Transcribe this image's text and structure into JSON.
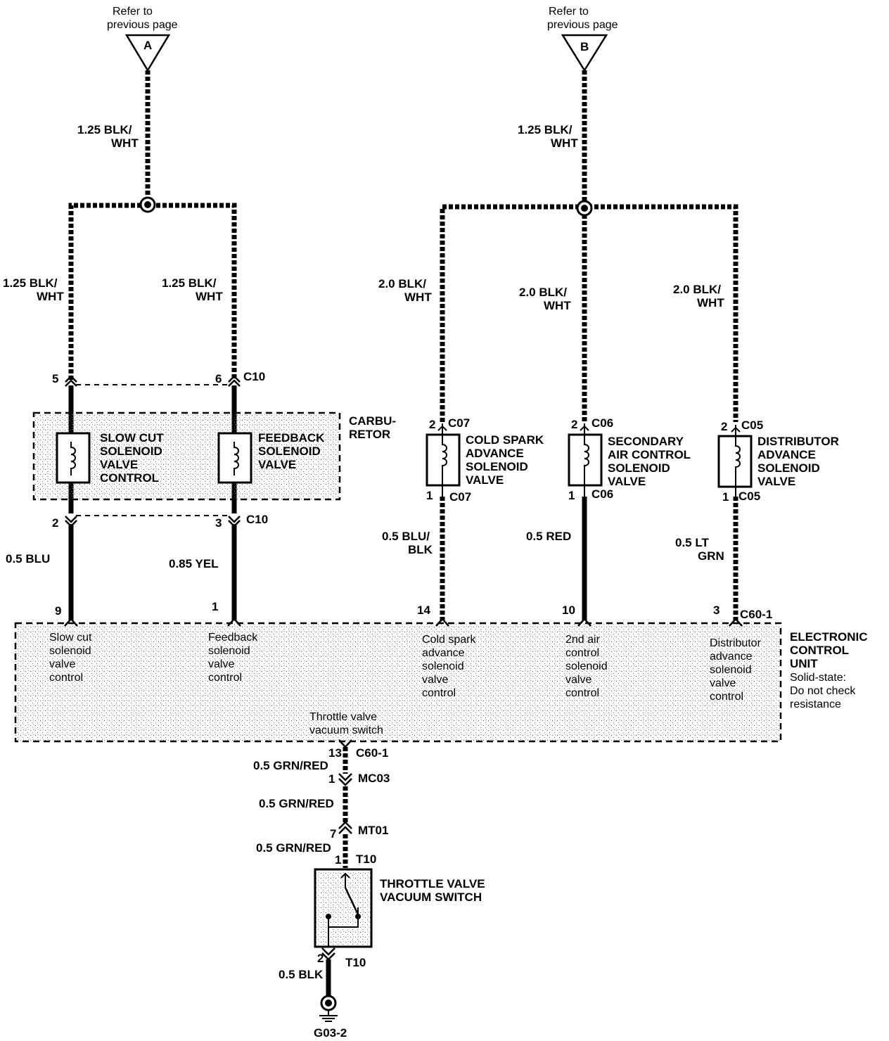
{
  "refs": {
    "a": {
      "text1": "Refer to",
      "text2": "previous page",
      "letter": "A"
    },
    "b": {
      "text1": "Refer to",
      "text2": "previous page",
      "letter": "B"
    }
  },
  "wires": {
    "a_main": [
      "1.25 BLK/",
      "WHT"
    ],
    "a_left": [
      "1.25 BLK/",
      "WHT"
    ],
    "a_right": [
      "1.25 BLK/",
      "WHT"
    ],
    "b_main": [
      "1.25 BLK/",
      "WHT"
    ],
    "b_left": [
      "2.0 BLK/",
      "WHT"
    ],
    "b_mid": [
      "2.0 BLK/",
      "WHT"
    ],
    "b_right": [
      "2.0 BLK/",
      "WHT"
    ],
    "slow_cut_out": "0.5 BLU",
    "feedback_out": "0.85 YEL",
    "cold_spark_out": [
      "0.5 BLU/",
      "BLK"
    ],
    "secondary_out": "0.5 RED",
    "distributor_out": [
      "0.5 LT",
      "GRN"
    ],
    "tvs_1": "0.5 GRN/RED",
    "tvs_2": "0.5 GRN/RED",
    "tvs_3": "0.5 GRN/RED",
    "ground": "0.5 BLK"
  },
  "connectors": {
    "c10_top_left_pin": "5",
    "c10_top_right_pin": "6",
    "c10_top_name": "C10",
    "c10_bot_left_pin": "2",
    "c10_bot_right_pin": "3",
    "c10_bot_name": "C10",
    "c07_top_pin": "2",
    "c07_top_name": "C07",
    "c07_bot_pin": "1",
    "c07_bot_name": "C07",
    "c06_top_pin": "2",
    "c06_top_name": "C06",
    "c06_bot_pin": "1",
    "c06_bot_name": "C06",
    "c05_top_pin": "2",
    "c05_top_name": "C05",
    "c05_bot_pin": "1",
    "c05_bot_name": "C05",
    "ecu_pin_slow": "9",
    "ecu_pin_feedback": "1",
    "ecu_pin_cold": "14",
    "ecu_pin_secondary": "10",
    "ecu_pin_distributor": "3",
    "ecu_top_name": "C60-1",
    "ecu_bot_pin": "13",
    "ecu_bot_name": "C60-1",
    "mc03_pin": "1",
    "mc03_name": "MC03",
    "mt01_pin": "7",
    "mt01_name": "MT01",
    "t10_top_pin": "1",
    "t10_top_name": "T10",
    "t10_bot_pin": "2",
    "t10_bot_name": "T10",
    "ground_name": "G03-2"
  },
  "components": {
    "carburetor": [
      "CARBU-",
      "RETOR"
    ],
    "slow_cut": [
      "SLOW CUT",
      "SOLENOID",
      "VALVE",
      "CONTROL"
    ],
    "feedback": [
      "FEEDBACK",
      "SOLENOID",
      "VALVE"
    ],
    "cold_spark": [
      "COLD SPARK",
      "ADVANCE",
      "SOLENOID",
      "VALVE"
    ],
    "secondary": [
      "SECONDARY",
      "AIR CONTROL",
      "SOLENOID",
      "VALVE"
    ],
    "distributor": [
      "DISTRIBUTOR",
      "ADVANCE",
      "SOLENOID",
      "VALVE"
    ],
    "throttle_switch": [
      "THROTTLE VALVE",
      "VACUUM SWITCH"
    ]
  },
  "ecu": {
    "title": [
      "ELECTRONIC",
      "CONTROL",
      "UNIT"
    ],
    "note": [
      "Solid-state:",
      "Do not check",
      "resistance"
    ],
    "slow_cut": [
      "Slow cut",
      "solenoid",
      "valve",
      "control"
    ],
    "feedback": [
      "Feedback",
      "solenoid",
      "valve",
      "control"
    ],
    "cold_spark": [
      "Cold spark",
      "advance",
      "solenoid",
      "valve",
      "control"
    ],
    "secondary": [
      "2nd air",
      "control",
      "solenoid",
      "valve",
      "control"
    ],
    "distributor": [
      "Distributor",
      "advance",
      "solenoid",
      "valve",
      "control"
    ],
    "throttle": [
      "Throttle valve",
      "vacuum switch"
    ]
  }
}
